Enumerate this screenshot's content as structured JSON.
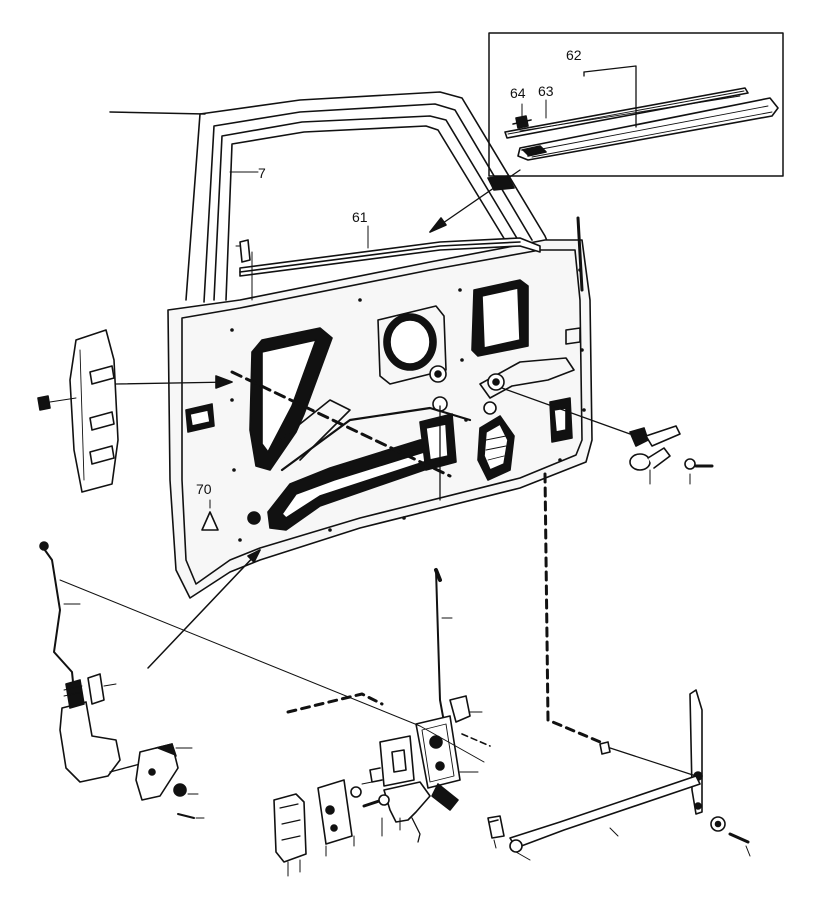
{
  "labels": {
    "glass_seal": "7",
    "inner_belt_strip": "61",
    "outer_strip_assembly": "62",
    "strip_63": "63",
    "strip_clip": "64",
    "door_panel": "70"
  },
  "colors": {
    "ink": "#111111",
    "paper": "#ffffff",
    "panel_fill": "#f2f2f2"
  }
}
